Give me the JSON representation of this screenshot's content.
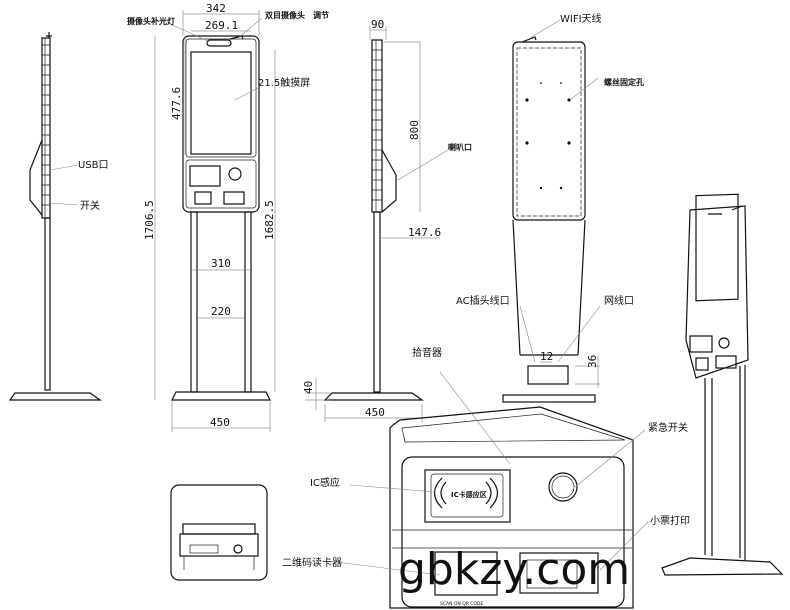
{
  "dimensions": {
    "front_overall_width": "342",
    "front_screen_width": "269.1",
    "front_screen_height": "477.6",
    "total_height": "1706.5",
    "height_to_head": "1682.5",
    "leg_outer_width": "310",
    "leg_inner_width": "220",
    "front_base_width": "450",
    "side_depth": "90",
    "side_head_height": "800",
    "side_offset": "147.6",
    "side_base_height": "40",
    "side_base_width": "450",
    "back_port_width": "12",
    "back_port_height": "36"
  },
  "labels": {
    "camera_fill_light": "摄像头补光灯",
    "binocular_camera": "双目摄像头　调节",
    "touch_screen": "21.5触摸屏",
    "usb_port": "USB口",
    "power_switch": "开关",
    "speaker": "喇叭口",
    "wifi_antenna": "WIFI天线",
    "screw_holes": "螺丝固定孔",
    "ac_plug": "AC插头线口",
    "network_port": "网线口",
    "microphone": "拾音器",
    "emergency_switch": "紧急开关",
    "ic_sensor": "IC感应",
    "ic_card_text": "IC卡感应区",
    "qr_reader": "二维码读卡器",
    "qr_scan_text": "SCAN ON QR CODE",
    "receipt_printer": "小票打印"
  },
  "watermark": "gbkzy.com"
}
